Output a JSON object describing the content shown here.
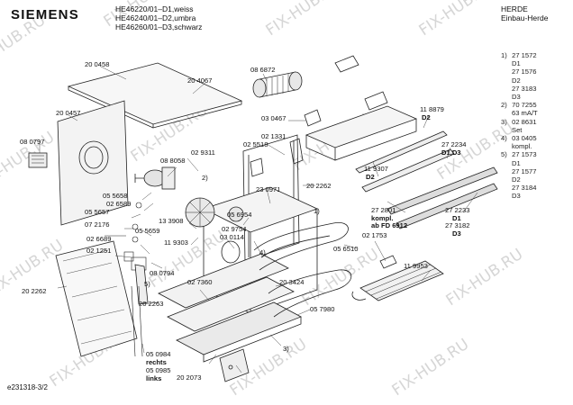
{
  "brand": "SIEMENS",
  "models": [
    "HE46220/01–D1,weiss",
    "HE46240/01–D2,umbra",
    "HE46260/01–D3,schwarz"
  ],
  "category": [
    "HERDE",
    "Einbau-Herde"
  ],
  "footer_code": "e231318-3/2",
  "watermark": "FIX-HUB.RU",
  "notes": [
    {
      "num": "1)",
      "lines": [
        "27 1572",
        "D1",
        "27 1576",
        "D2",
        "27 3183",
        "D3"
      ]
    },
    {
      "num": "2)",
      "lines": [
        "70 7255",
        "63 mA/T"
      ]
    },
    {
      "num": "3)",
      "lines": [
        "02 8631",
        "Set"
      ]
    },
    {
      "num": "4)",
      "lines": [
        "03 0405",
        "kompl."
      ]
    },
    {
      "num": "5)",
      "lines": [
        "27 1573",
        "D1",
        "27 1577",
        "D2",
        "27 3184",
        "D3"
      ]
    }
  ],
  "labels": [
    "20 0458",
    "20 4067",
    "08 6872",
    "20 0457",
    "08 0797",
    "03 0467",
    "11 8879",
    "D2",
    "02 1331",
    "02 5518",
    "02 9311",
    "08 8058",
    "2)",
    "23 0971",
    "20 2262",
    "11 9307",
    "D2",
    "27 2234",
    "D1,D3",
    "05 5658",
    "02 6589",
    "05 5657",
    "13 3908",
    "07 2176",
    "05 5659",
    "1)",
    "05 6954",
    "27 2801",
    "kompl.",
    "ab FD 6912",
    "27 2233",
    "D1",
    "27 3182",
    "D3",
    "02 6689",
    "11 9303",
    "02 9754",
    "02 1753",
    "02 1251",
    "03 0114",
    "4)",
    "05 6510",
    "08 0794",
    "5)",
    "11 9953",
    "02 7360",
    "20 3424",
    "20 2262",
    "20 2263",
    "05 7980",
    "05 0984",
    "rechts",
    "05 0985",
    "links",
    "3)",
    "20 2073"
  ]
}
